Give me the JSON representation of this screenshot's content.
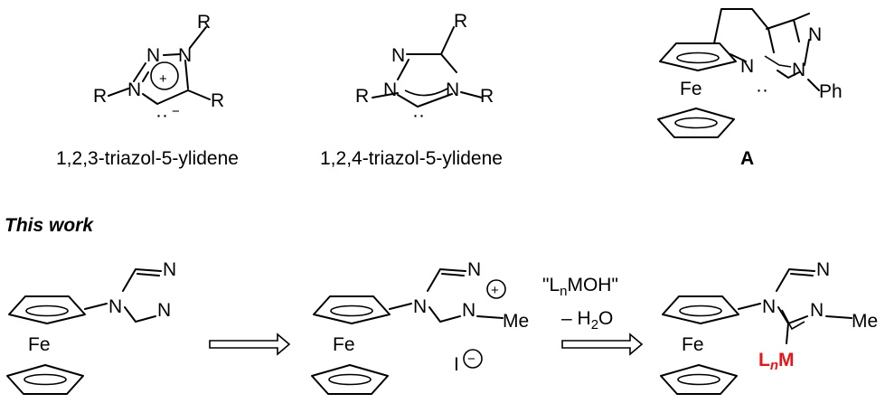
{
  "captions": {
    "triazol_123": "1,2,3-triazol-5-ylidene",
    "triazol_124": "1,2,4-triazol-5-ylidene",
    "compound_a": "A",
    "this_work": "This work"
  },
  "atoms": {
    "n": "N",
    "r": "R",
    "fe": "Fe",
    "ph": "Ph",
    "me": "Me",
    "iodide": "I",
    "plus": "+",
    "minus": "−",
    "lone_pair": "··",
    "metal_l": "L",
    "metal_n": "n",
    "metal_m": "M"
  },
  "reagent": {
    "line1_open": "\"L",
    "line1_sub": "n",
    "line1_close": "MOH\"",
    "line2_main": "– H",
    "line2_sub": "2",
    "line2_end": "O"
  },
  "colors": {
    "highlight": "#e8141a",
    "ink": "#000000"
  }
}
